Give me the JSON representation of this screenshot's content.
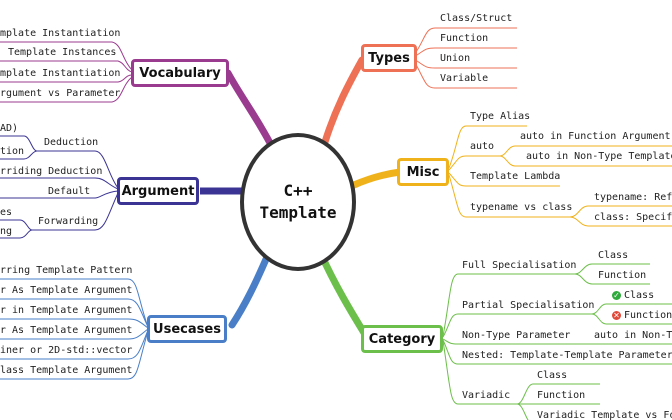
{
  "center": {
    "line1": "C++",
    "line2": "Template"
  },
  "branches": {
    "vocabulary": {
      "title": "Vocabulary",
      "color": "#9b3b8f",
      "items": [
        "mplate Instantiation",
        "Template Instances",
        "mplate Instantiation",
        "rgument vs Parameter"
      ]
    },
    "argument": {
      "title": "Argument",
      "color": "#3b3494",
      "items": [
        "AD)",
        "Deduction",
        "tion",
        "rriding Deduction",
        "Default",
        "es",
        "Forwarding",
        "ng"
      ]
    },
    "usecases": {
      "title": "Usecases",
      "color": "#4a7fc8",
      "items": [
        "rring Template Pattern",
        "r As Template Argument",
        "r in Template Argument",
        "r As Template Argument",
        "iner or 2D-std::vector",
        "lass Template Argument"
      ]
    },
    "types": {
      "title": "Types",
      "color": "#ee7055",
      "items": [
        "Class/Struct",
        "Function",
        "Union",
        "Variable"
      ]
    },
    "misc": {
      "title": "Misc",
      "color": "#f0b21a",
      "items": [
        "Type Alias",
        "auto",
        "auto in Function Argument",
        "auto in Non-Type Template",
        "Template Lambda",
        "typename vs class",
        "typename: Refe",
        "class: Specify"
      ]
    },
    "category": {
      "title": "Category",
      "color": "#6cbf4a",
      "items": [
        "Full Specialisation",
        "Class",
        "Function",
        "Partial Specialisation",
        "Class",
        "Function",
        "Non-Type Parameter",
        "auto in Non-Ty",
        "Nested: Template-Template Parameter",
        "Variadic",
        "Class",
        "Function",
        "Variadic Template vs Fol"
      ]
    }
  }
}
